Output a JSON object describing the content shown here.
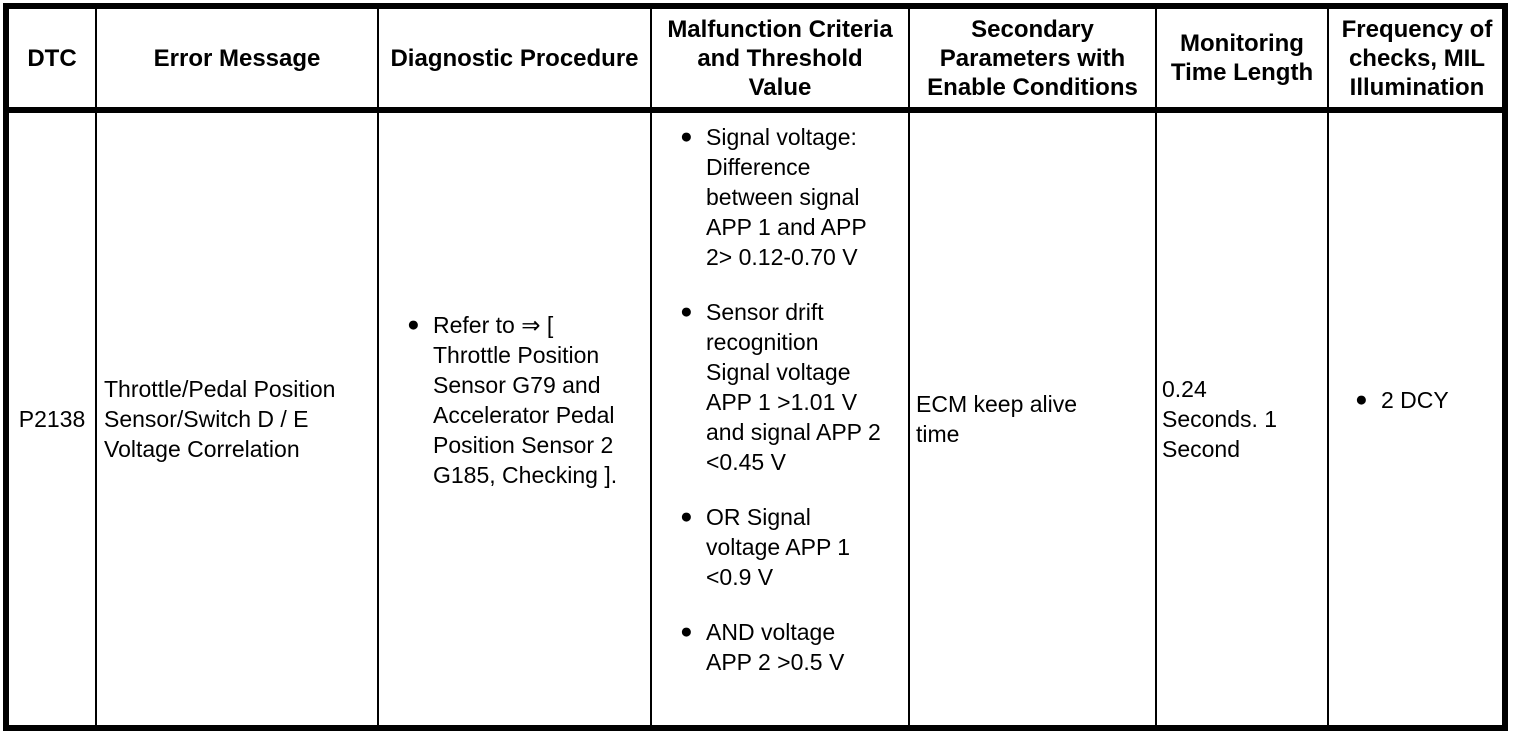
{
  "table": {
    "bullet_glyph": "●",
    "headers": [
      "DTC",
      "Error Message",
      "Diagnostic Procedure",
      "Malfunction Criteria\nand Threshold\nValue",
      "Secondary\nParameters with\nEnable Conditions",
      "Monitoring\nTime Length",
      "Frequency of\nchecks, MIL\nIllumination"
    ],
    "row": {
      "dtc": "P2138",
      "error_message": "Throttle/Pedal Position\nSensor/Switch D / E\nVoltage Correlation",
      "diagnostic_procedure": {
        "bullets": [
          "Refer to ⇒ [\nThrottle Position\nSensor G79 and\nAccelerator Pedal\nPosition Sensor 2\nG185, Checking ]."
        ]
      },
      "malfunction_criteria": {
        "bullets": [
          "Signal voltage:\nDifference\nbetween signal\nAPP 1 and APP\n2> 0.12-0.70 V",
          "Sensor drift\nrecognition\nSignal voltage\nAPP 1 >1.01 V\nand signal APP 2\n<0.45 V",
          "OR Signal\nvoltage APP 1\n<0.9 V",
          "AND voltage\nAPP 2 >0.5 V"
        ]
      },
      "secondary_parameters": "ECM keep alive\ntime",
      "monitoring_time_length": "0.24\nSeconds. 1\nSecond",
      "frequency": {
        "bullets": [
          "2 DCY"
        ]
      }
    }
  },
  "colors": {
    "border": "#000000",
    "text": "#000000",
    "background": "#ffffff"
  }
}
